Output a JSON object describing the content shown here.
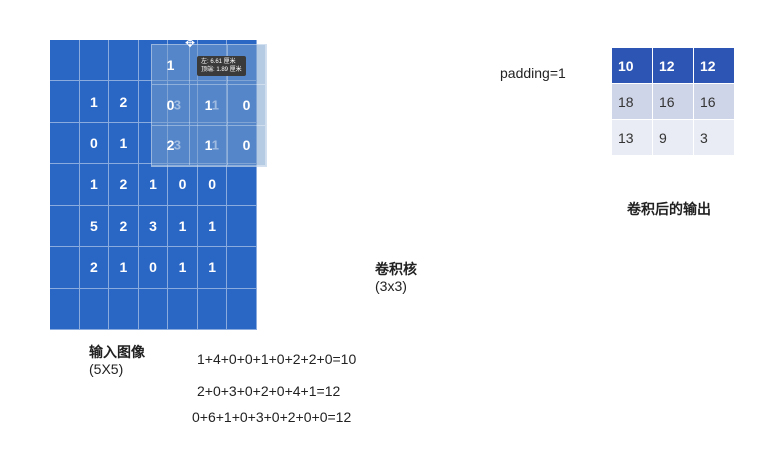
{
  "input": {
    "title": "输入图像",
    "size": "(5X5)",
    "rows": [
      [
        "",
        "",
        "",
        "",
        "",
        "",
        ""
      ],
      [
        "",
        "1",
        "2",
        "",
        "",
        "",
        ""
      ],
      [
        "",
        "0",
        "1",
        "",
        "",
        "",
        ""
      ],
      [
        "",
        "1",
        "2",
        "1",
        "0",
        "0",
        ""
      ],
      [
        "",
        "5",
        "2",
        "3",
        "1",
        "1",
        ""
      ],
      [
        "",
        "2",
        "1",
        "0",
        "1",
        "1",
        ""
      ],
      [
        "",
        "",
        "",
        "",
        "",
        "",
        ""
      ]
    ]
  },
  "kernel_window": {
    "cells": [
      {
        "main": "1",
        "ghost": ""
      },
      {
        "main": "",
        "ghost": ""
      },
      {
        "main": "",
        "ghost": ""
      },
      {
        "main": "0",
        "ghost": "3"
      },
      {
        "main": "1",
        "ghost": "1"
      },
      {
        "main": "0",
        "ghost": ""
      },
      {
        "main": "2",
        "ghost": "3"
      },
      {
        "main": "1",
        "ghost": "1"
      },
      {
        "main": "0",
        "ghost": ""
      }
    ],
    "tooltip_line1": "左: 6.61 厘米",
    "tooltip_line2": "顶端: 1.89 厘米"
  },
  "kernel": {
    "title": "卷积核",
    "size": "(3x3)"
  },
  "padding_label": "padding=1",
  "output": {
    "title": "卷积后的输出",
    "rows": [
      [
        "10",
        "12",
        "12"
      ],
      [
        "18",
        "16",
        "16"
      ],
      [
        "13",
        "9",
        "3"
      ]
    ]
  },
  "equations": [
    "1+4+0+0+1+0+2+2+0=10",
    "2+0+3+0+2+0+4+1=12",
    "0+6+1+0+3+0+2+0+0=12"
  ]
}
